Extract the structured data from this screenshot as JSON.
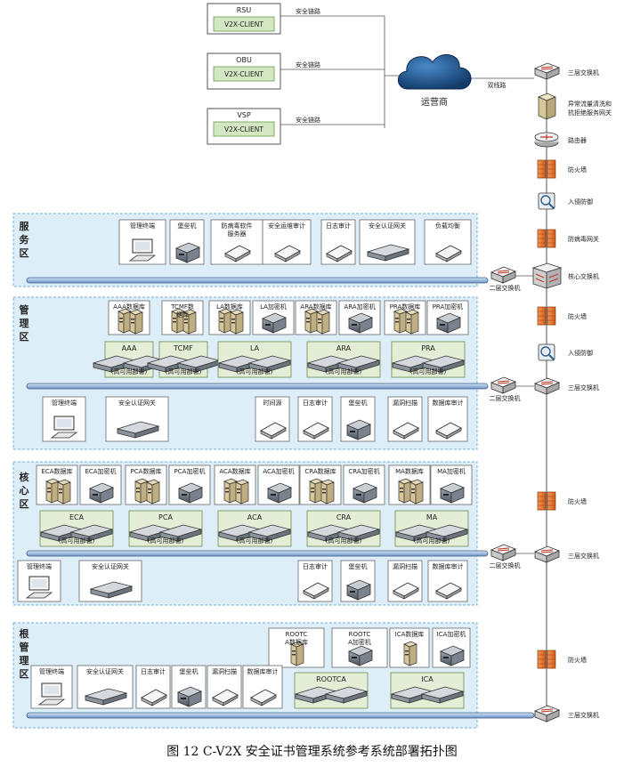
{
  "clients": [
    {
      "title": "RSU",
      "label": "V2X-CLIENT",
      "link": "安全链路"
    },
    {
      "title": "OBU",
      "label": "V2X-CLIENT",
      "link": "安全链路"
    },
    {
      "title": "VSP",
      "label": "V2X-CLIENT",
      "link": "安全链路"
    }
  ],
  "cloud_label": "运营商",
  "dual_line": "双线路",
  "right_chain": [
    {
      "label": "三层交换机",
      "icon": "switch"
    },
    {
      "label": "异常流量清洗和抗拒绝服务网关",
      "icon": "server"
    },
    {
      "label": "路由器",
      "icon": "router"
    },
    {
      "label": "防火墙",
      "icon": "firewall"
    },
    {
      "label": "入侵防御",
      "icon": "ips"
    },
    {
      "label": "防病毒网关",
      "icon": "firewall"
    },
    {
      "label": "核心交换机",
      "icon": "core"
    },
    {
      "label": "防火墙",
      "icon": "firewall"
    },
    {
      "label": "入侵防御",
      "icon": "ips"
    },
    {
      "label": "三层交换机",
      "icon": "switch"
    },
    {
      "label": "防火墙",
      "icon": "firewall"
    },
    {
      "label": "三层交换机",
      "icon": "switch"
    },
    {
      "label": "防火墙",
      "icon": "firewall"
    },
    {
      "label": "三层交换机",
      "icon": "switch"
    }
  ],
  "l2_switch": "二层交换机",
  "zones": {
    "service": {
      "name": [
        "服",
        "务",
        "区"
      ],
      "items": [
        {
          "label": "管理终端",
          "icon": "pc"
        },
        {
          "label": "堡垒机",
          "icon": "appliance"
        },
        {
          "label": "防病毒软件服务器",
          "icon": "slim"
        },
        {
          "label": "安全运维审计",
          "icon": "slim"
        },
        {
          "label": "日志审计",
          "icon": "slim"
        },
        {
          "label": "安全认证网关",
          "icon": "rack"
        },
        {
          "label": "负载均衡",
          "icon": "slim"
        }
      ]
    },
    "manage": {
      "name": [
        "管",
        "理",
        "区"
      ],
      "tops": [
        {
          "label": "AAA数据库",
          "icon": "dbs"
        },
        {
          "label": "TCMF数据库",
          "icon": "dbs"
        },
        {
          "label": "LA数据库",
          "icon": "dbs"
        },
        {
          "label": "LA加密机",
          "icon": "appliance"
        },
        {
          "label": "ARA数据库",
          "icon": "dbs"
        },
        {
          "label": "ARA加密机",
          "icon": "appliance"
        },
        {
          "label": "PRA数据库",
          "icon": "dbs"
        },
        {
          "label": "PRA加密机",
          "icon": "appliance"
        }
      ],
      "groups": [
        {
          "title": "AAA",
          "note": "(高可用部署)"
        },
        {
          "title": "TCMF",
          "note": "(高可用部署)"
        },
        {
          "title": "LA",
          "note": "(高可用部署)"
        },
        {
          "title": "ARA",
          "note": "(高可用部署)"
        },
        {
          "title": "PRA",
          "note": "(高可用部署)"
        }
      ],
      "bottom": [
        {
          "label": "管理终端",
          "icon": "pc"
        },
        {
          "label": "安全认证网关",
          "icon": "rack"
        },
        {
          "label": "时间源",
          "icon": "slim"
        },
        {
          "label": "日志审计",
          "icon": "slim"
        },
        {
          "label": "堡垒机",
          "icon": "appliance"
        },
        {
          "label": "漏洞扫描",
          "icon": "slim"
        },
        {
          "label": "数据库审计",
          "icon": "slim"
        }
      ]
    },
    "core": {
      "name": [
        "核",
        "心",
        "区"
      ],
      "tops": [
        {
          "label": "ECA数据库",
          "icon": "dbs"
        },
        {
          "label": "ECA加密机",
          "icon": "appliance"
        },
        {
          "label": "PCA数据库",
          "icon": "dbs"
        },
        {
          "label": "PCA加密机",
          "icon": "appliance"
        },
        {
          "label": "ACA数据库",
          "icon": "dbs"
        },
        {
          "label": "ACA加密机",
          "icon": "appliance"
        },
        {
          "label": "CRA数据库",
          "icon": "dbs"
        },
        {
          "label": "CRA加密机",
          "icon": "appliance"
        },
        {
          "label": "MA数据库",
          "icon": "dbs"
        },
        {
          "label": "MA加密机",
          "icon": "appliance"
        }
      ],
      "groups": [
        {
          "title": "ECA",
          "note": "(高可用部署)"
        },
        {
          "title": "PCA",
          "note": "(高可用部署)"
        },
        {
          "title": "ACA",
          "note": "(高可用部署)"
        },
        {
          "title": "CRA",
          "note": "(高可用部署)"
        },
        {
          "title": "MA",
          "note": "(高可用部署)"
        }
      ],
      "bottom": [
        {
          "label": "管理终端",
          "icon": "pc"
        },
        {
          "label": "安全认证网关",
          "icon": "rack"
        },
        {
          "label": "日志审计",
          "icon": "slim"
        },
        {
          "label": "堡垒机",
          "icon": "appliance"
        },
        {
          "label": "漏洞扫描",
          "icon": "slim"
        },
        {
          "label": "数据库审计",
          "icon": "slim"
        }
      ]
    },
    "root": {
      "name": [
        "根",
        "管",
        "理",
        "区"
      ],
      "tops": [
        {
          "label": "ROOTCA数据库",
          "icon": "db1"
        },
        {
          "label": "ROOTCA加密机",
          "icon": "appliance"
        },
        {
          "label": "ICA数据库",
          "icon": "db1"
        },
        {
          "label": "ICA加密机",
          "icon": "appliance"
        }
      ],
      "groups": [
        {
          "title": "ROOTCA"
        },
        {
          "title": "ICA"
        }
      ],
      "bottom": [
        {
          "label": "管理终端",
          "icon": "pc"
        },
        {
          "label": "安全认证网关",
          "icon": "rack"
        },
        {
          "label": "日志审计",
          "icon": "slim"
        },
        {
          "label": "堡垒机",
          "icon": "appliance"
        },
        {
          "label": "漏洞扫描",
          "icon": "slim"
        },
        {
          "label": "数据库审计",
          "icon": "slim"
        }
      ]
    }
  },
  "caption": "图 12 C-V2X 安全证书管理系统参考系统部署拓扑图",
  "colors": {
    "zone_fill": "#deeef8",
    "zone_border": "#6fb0d4",
    "bus": "#a9c6e6",
    "bus_border": "#3d5f86",
    "firewall": "#e5732e",
    "cloud": "#1f4f86",
    "client_box": "#d3e8c2"
  }
}
